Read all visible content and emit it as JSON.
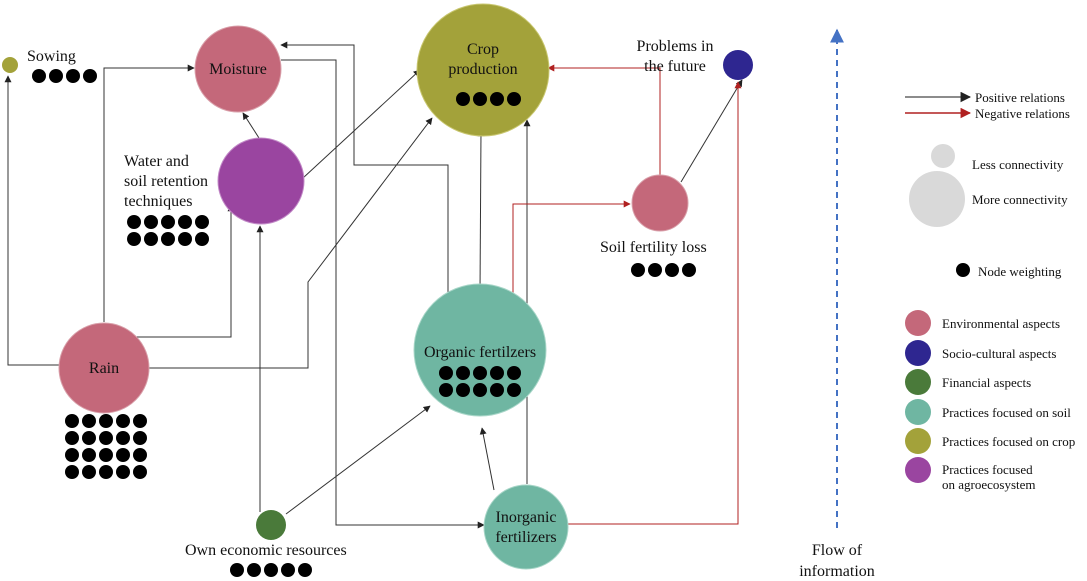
{
  "nodes": {
    "sowing": {
      "label": "Sowing",
      "color": "#a3a23a"
    },
    "moisture": {
      "label": "Moisture",
      "color": "#c4687a"
    },
    "crop": {
      "label_line1": "Crop",
      "label_line2": "production",
      "color": "#a3a23a"
    },
    "problems": {
      "label_line1": "Problems in",
      "label_line2": "the future",
      "color": "#2e2690"
    },
    "water": {
      "label_line1": "Water and",
      "label_line2": "soil retention",
      "label_line3": "techniques",
      "color": "#9a45a0"
    },
    "soil_loss": {
      "label": "Soil fertility loss",
      "color": "#c4687a"
    },
    "rain": {
      "label": "Rain",
      "color": "#c4687a"
    },
    "organic": {
      "label": "Organic fertilzers",
      "color": "#6fb6a2"
    },
    "inorganic": {
      "label_line1": "Inorganic",
      "label_line2": "fertilizers",
      "color": "#6fb6a2"
    },
    "economic": {
      "label": "Own economic resources",
      "color": "#4a7a3a"
    }
  },
  "flow": {
    "label_line1": "Flow of",
    "label_line2": "information",
    "color": "#4472c4"
  },
  "legend": {
    "positive": "Positive relations",
    "negative": "Negative relations",
    "less": "Less connectivity",
    "more": "More connectivity",
    "weighting": "Node weighting",
    "categories": [
      {
        "label": "Environmental aspects",
        "color": "#c4687a"
      },
      {
        "label": "Socio-cultural aspects",
        "color": "#2e2690"
      },
      {
        "label": "Financial aspects",
        "color": "#4a7a3a"
      },
      {
        "label": "Practices focused on soil",
        "color": "#6fb6a2"
      },
      {
        "label": "Practices focused on crop",
        "color": "#a3a23a"
      },
      {
        "label_line1": "Practices focused",
        "label_line2": "on agroecosystem",
        "color": "#9a45a0"
      }
    ]
  },
  "colors": {
    "positive": "#555555",
    "negative": "#b02020",
    "connectivity": "#d9d9d9",
    "dot": "#000000"
  }
}
